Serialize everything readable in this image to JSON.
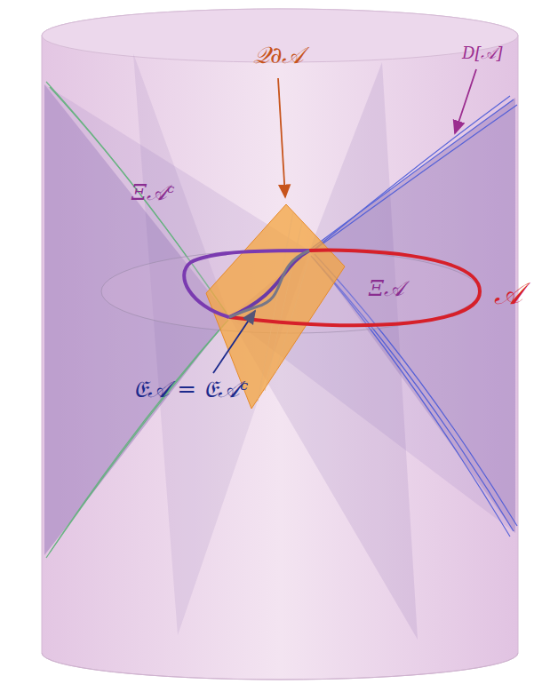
{
  "diagram": {
    "labels": [
      "𝒬∂𝒜",
      "D[𝒜]",
      "Ξ𝒜ᶜ",
      "Ξ𝒜",
      "𝒜",
      "𝔈𝒜 = 𝔈𝒜ᶜ"
    ]
  }
}
